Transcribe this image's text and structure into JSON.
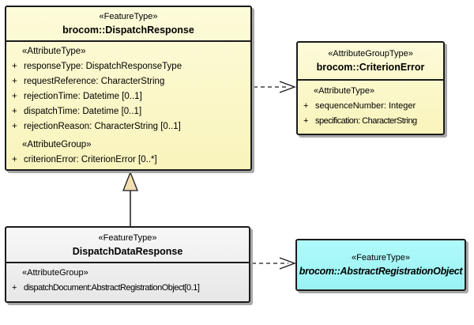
{
  "colors": {
    "background": "#ffffff",
    "text": "#000000",
    "border": "#1b1b1b",
    "shadow": "#a9a9a9",
    "yellow_top": "#fdfbd9",
    "yellow_bottom": "#f9f4bc",
    "gray_top": "#f7f7f7",
    "gray_bottom": "#e7e7e7",
    "cyan_top": "#b0fafa",
    "cyan_bottom": "#9af2f4",
    "triangle_fill": "#f2ddb0"
  },
  "classes": {
    "dispatch_response": {
      "stereotype": "«FeatureType»",
      "name": "brocom::DispatchResponse",
      "attr_type_heading": "«AttributeType»",
      "attributes": [
        {
          "vis": "+",
          "text": "responseType: DispatchResponseType"
        },
        {
          "vis": "+",
          "text": "requestReference: CharacterString"
        },
        {
          "vis": "+",
          "text": "rejectionTime: Datetime [0..1]"
        },
        {
          "vis": "+",
          "text": "dispatchTime: Datetime [0..1]"
        },
        {
          "vis": "+",
          "text": "rejectionReason: CharacterString [0..1]"
        }
      ],
      "attr_group_heading": "«AttributeGroup»",
      "group_attributes": [
        {
          "vis": "+",
          "text": "criterionError: CriterionError [0..*]"
        }
      ]
    },
    "criterion_error": {
      "stereotype": "«AttributeGroupType»",
      "name": "brocom::CriterionError",
      "attr_type_heading": "«AttributeType»",
      "attributes": [
        {
          "vis": "+",
          "text": "sequenceNumber: Integer"
        },
        {
          "vis": "+",
          "text": "specification: CharacterString"
        }
      ]
    },
    "dispatch_data_response": {
      "stereotype": "«FeatureType»",
      "name": "DispatchDataResponse",
      "attr_group_heading": "«AttributeGroup»",
      "group_attributes": [
        {
          "vis": "+",
          "text": "dispatchDocument:AbstractRegistrationObject[0.1]"
        }
      ]
    },
    "abstract_registration_object": {
      "stereotype": "«FeatureType»",
      "name": "brocom::AbstractRegistrationObject"
    }
  },
  "relations": {
    "generalization": {
      "type": "generalization",
      "from": "DispatchDataResponse",
      "to": "brocom::DispatchResponse"
    },
    "dependency_criterion_error": {
      "type": "dependency",
      "from": "brocom::DispatchResponse",
      "to": "brocom::CriterionError"
    },
    "dependency_abstract_registration": {
      "type": "dependency",
      "from": "DispatchDataResponse",
      "to": "brocom::AbstractRegistrationObject"
    }
  }
}
